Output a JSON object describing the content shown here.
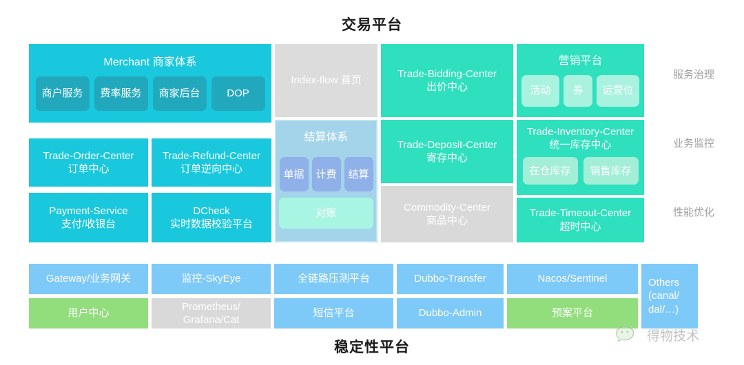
{
  "titles": {
    "top": "交易平台",
    "bottom": "稳定性平台"
  },
  "side_labels": [
    {
      "text": "服务治理"
    },
    {
      "text": "业务监控"
    },
    {
      "text": "性能优化"
    }
  ],
  "trade_platform": {
    "merchant": {
      "heading": "Merchant 商家体系",
      "chips": [
        "商户服务",
        "费率服务",
        "商家后台",
        "DOP"
      ]
    },
    "order_center": {
      "en": "Trade-Order-Center",
      "cn": "订单中心"
    },
    "refund_center": {
      "en": "Trade-Refund-Center",
      "cn": "订单逆向中心"
    },
    "payment_service": {
      "en": "Payment-Service",
      "cn": "支付/收银台"
    },
    "dcheck": {
      "en": "DCheck",
      "cn": "实时数据校验平台"
    },
    "index_flow": {
      "text": "Index-flow 首页"
    },
    "settlement": {
      "heading": "结算体系",
      "chips": [
        "单据",
        "计费",
        "结算"
      ],
      "wide_chip": "对账"
    },
    "bidding_center": {
      "en": "Trade-Bidding-Center",
      "cn": "出价中心"
    },
    "deposit_center": {
      "en": "Trade-Deposit-Center",
      "cn": "寄存中心"
    },
    "commodity_center": {
      "en": "Commodity-Center",
      "cn": "商品中心"
    },
    "marketing": {
      "heading": "营销平台",
      "chips": [
        "活动",
        "券",
        "运营位"
      ]
    },
    "inventory_center": {
      "en": "Trade-Inventory-Center",
      "cn": "统一库存中心",
      "chips": [
        "在仓库存",
        "销售库存"
      ]
    },
    "timeout_center": {
      "en": "Trade-Timeout-Center",
      "cn": "超时中心"
    }
  },
  "stability_platform": {
    "row1": [
      {
        "text": "Gateway/业务网关",
        "color": "blue"
      },
      {
        "text": "监控-SkyEye",
        "color": "blue"
      },
      {
        "text": "全链路压测平台",
        "color": "blue"
      },
      {
        "text": "Dubbo-Transfer",
        "color": "blue"
      },
      {
        "text": "Nacos/Sentinel",
        "color": "blue"
      }
    ],
    "row2": [
      {
        "text": "用户中心",
        "color": "green"
      },
      {
        "text": "Prometheus/Grafana/Cat",
        "line1": "Prometheus/",
        "line2": "Grafana/Cat",
        "color": "grey"
      },
      {
        "text": "短信平台",
        "color": "blue"
      },
      {
        "text": "Dubbo-Admin",
        "color": "blue"
      },
      {
        "text": "预案平台",
        "color": "green"
      }
    ],
    "others": {
      "line1": "Others",
      "line2": "(canal/",
      "line3": "dal/…)",
      "color": "blue"
    }
  },
  "watermark": {
    "text": "得物技术",
    "icon": "wechat-icon"
  },
  "colors": {
    "cyan": "#19c8dc",
    "teal": "#2ee0bd",
    "grey": "#dcdcdc",
    "light_blue": "#a3d4ea",
    "blue": "#7dc9f7",
    "green": "#92dd7c"
  }
}
